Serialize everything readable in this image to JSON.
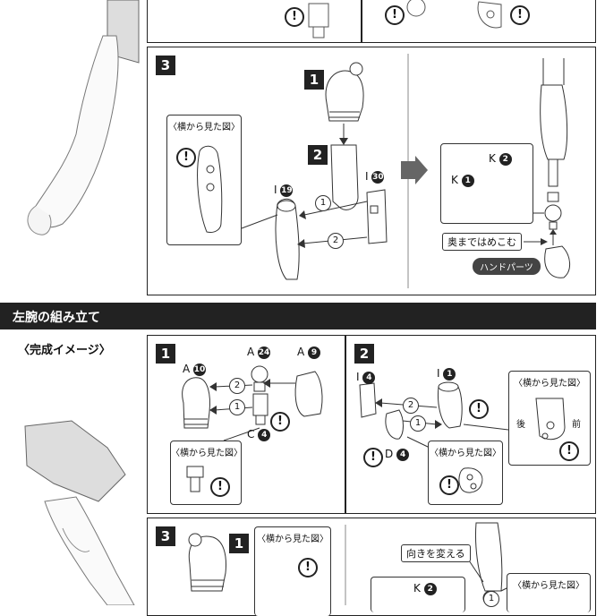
{
  "section_title": "左腕の組み立て",
  "completion_label": "〈完成イメージ〉",
  "side_view_label": "〈横から見た図〉",
  "steps": [
    "1",
    "2",
    "3"
  ],
  "parts": {
    "p1_I": "I",
    "p1_I_num": "19",
    "p1_I2": "I",
    "p1_I2_num": "30",
    "p1_K1": "K",
    "p1_K1_num": "1",
    "p1_K2": "K",
    "p1_K2_num": "2",
    "p2_A10": "A",
    "p2_A10_num": "10",
    "p2_A24": "A",
    "p2_A24_num": "24",
    "p2_A9": "A",
    "p2_A9_num": "9",
    "p2_C4": "C",
    "p2_C4_num": "4",
    "p2_I4": "I",
    "p2_I4_num": "4",
    "p2_I1": "I",
    "p2_I1_num": "1",
    "p2_D4": "D",
    "p2_D4_num": "4",
    "p3_K2": "K",
    "p3_K2_num": "2"
  },
  "order_marks": [
    "1",
    "2"
  ],
  "notes": {
    "push_in": "奥まではめこむ",
    "hand_parts": "ハンドパーツ",
    "change_direction": "向きを変える",
    "back": "後",
    "front": "前"
  },
  "excl": "!"
}
